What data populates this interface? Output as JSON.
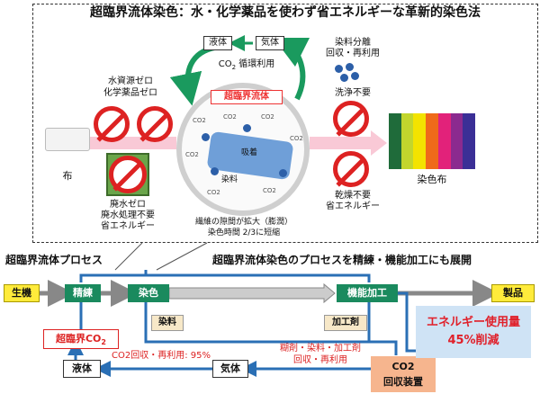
{
  "title": "超臨界流体染色：水・化学薬品を使わず省エネルギーな革新的染色法",
  "illustration": {
    "liquid": "液体",
    "gas": "気体",
    "co2_cycle_prefix": "CO",
    "co2_cycle_sub": "2",
    "co2_cycle_suffix": " 循環利用",
    "supercritical": "超臨界流体",
    "water_zero": "水資源ゼロ",
    "chem_zero": "化学薬品ゼロ",
    "cloth": "布",
    "waste_lines": [
      "廃水ゼロ",
      "廃水処理不要",
      "省エネルギー"
    ],
    "fiber_lines": [
      "繊維の隙間が拡大（膨潤）",
      "染色時間 2/3に短縮"
    ],
    "adsorb": "吸着",
    "dye_in": "染料",
    "co2_small": "CO2",
    "sep_lines": [
      "染料分離",
      "回収・再利用"
    ],
    "no_wash": "洗浄不要",
    "dry_lines": [
      "乾燥不要",
      "省エネルギー"
    ],
    "dyed_cloth": "染色布",
    "stripe_colors": [
      "#1f6b3a",
      "#c2d62d",
      "#f3e300",
      "#ef6a1a",
      "#e2227a",
      "#8b2a8f",
      "#3b2f96"
    ]
  },
  "process": {
    "heading_left": "超臨界流体プロセス",
    "heading_right": "超臨界流体染色のプロセスを精練・機能加工にも展開",
    "raw": "生機",
    "scour": "精練",
    "dye": "染色",
    "func": "機能加工",
    "product": "製品",
    "dye_input": "染料",
    "agent_input": "加工剤",
    "sc_co2_prefix": "超臨界CO",
    "sc_co2_sub": "2",
    "co2_recycle": "CO2回収・再利用: 95%",
    "liquid": "液体",
    "gas": "気体",
    "recover_lines": [
      "糊剤・染料・加工剤",
      "回収・再利用"
    ],
    "device_lines": [
      "CO2",
      "回収装置"
    ],
    "energy_lines": [
      "エネルギー使用量",
      "45%削減"
    ]
  }
}
